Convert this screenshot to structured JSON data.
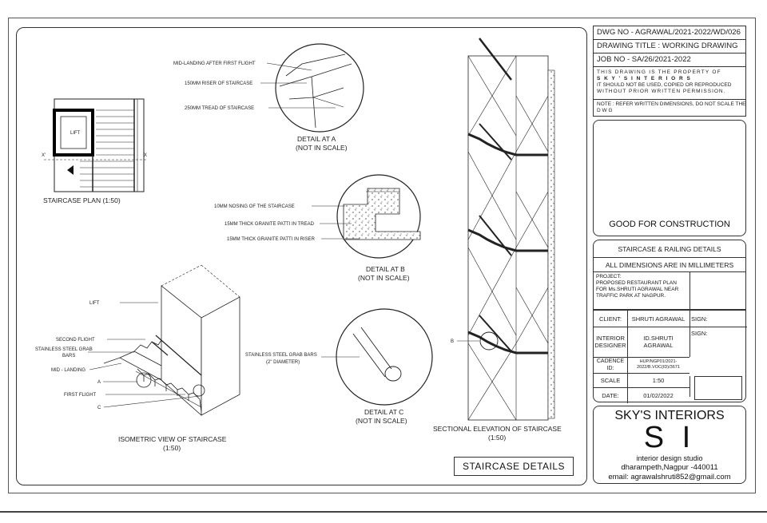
{
  "drawing": {
    "plan": {
      "title": "STAIRCASE PLAN (1:50)",
      "lift": "LIFT",
      "x_left": "X'",
      "x_right": "X"
    },
    "detail_a": {
      "labels": [
        "MID-LANDING AFTER FIRST FLIGHT",
        "150MM RISER OF STAIRCASE",
        "250MM TREAD OF STAIRCASE"
      ],
      "caption_line1": "DETAIL AT A",
      "caption_line2": "(NOT IN SCALE)"
    },
    "detail_b": {
      "labels": [
        "10MM NOSING OF THE STAIRCASE",
        "15MM THICK GRANITE PATTI IN TREAD",
        "15MM THICK GRANITE PATTI IN RISER"
      ],
      "caption_line1": "DETAIL AT B",
      "caption_line2": "(NOT IN SCALE)"
    },
    "detail_c": {
      "label_line1": "STAINLESS STEEL GRAB BARS",
      "label_line2": "(2\" DIAMETER)",
      "caption_line1": "DETAIL AT C",
      "caption_line2": "(NOT IN SCALE)"
    },
    "isometric": {
      "labels": {
        "lift": "LIFT",
        "second_flight": "SECOND FLIGHT",
        "grab_bars_line1": "STAINLESS STEEL GRAB",
        "grab_bars_line2": "BARS",
        "mid_landing": "MID - LANDING",
        "a": "A",
        "first_flight": "FIRST FLIGHT",
        "c": "C"
      },
      "caption_line1": "ISOMETRIC VIEW OF STAIRCASE",
      "caption_line2": "(1:50)"
    },
    "elevation": {
      "marker_b": "B",
      "caption_line1": "SECTIONAL ELEVATION OF STAIRCASE",
      "caption_line2": "(1:50)"
    },
    "stamp": "STAIRCASE DETAILS"
  },
  "title_block": {
    "dwg_no": "DWG NO - AGRAWAL/2021-2022/WD/026",
    "drawing_title": "DRAWING TITLE :  WORKING DRAWING",
    "job_no": "JOB NO - SA/26/2021-2022",
    "property_line1": "THIS DRAWING IS THE PROPERTY OF",
    "property_line2": "S K Y ' S   I N T E R I O R S",
    "property_line3": "IT SHOULD NOT BE USED, COPIED OR REPRODUCED",
    "property_line4": "WITHOUT PRIOR WRITTEN PERMISSION.",
    "note_line1": "NOTE : REFER WRITTEN DIMENSIONS, DO NOT SCALE THE",
    "note_line2": "D                    W                     G",
    "good_for_construction": "GOOD FOR CONSTRUCTION",
    "sheet_title": "STAIRCASE & RAILING DETAILS",
    "dimensions_note": "ALL DIMENSIONS ARE IN MILLIMETERS",
    "project_label": "PROJECT:",
    "project_line1": "PROPOSED RESTAURANT PLAN",
    "project_line2": "FOR Ms.SHRUTI AGRAWAL NEAR",
    "project_line3": "TRAFFIC PARK AT NAGPUR.",
    "client_label": "CLIENT:",
    "client_value": "SHRUTI AGRAWAL",
    "sign_label_1": "SIGN:",
    "designer_label_line1": "INTERIOR",
    "designer_label_line2": "DESIGNER",
    "designer_value_line1": "ID.SHRUTI",
    "designer_value_line2": "AGRAWAL",
    "sign_label_2": "SIGN:",
    "cadence_label": "CADENCE ID:",
    "cadence_value_line1": "HUP/NGP01/2021-",
    "cadence_value_line2": "2022/B.VOC(ID)/3671",
    "scale_label": "SCALE",
    "scale_value": "1:50",
    "date_label": "DATE:",
    "date_value": "01/02/2022",
    "firm_name": "SKY'S INTERIORS",
    "logo_letters": "S I",
    "studio_line": "interior design studio",
    "address_line": "dharampeth,Nagpur -440011",
    "email_line": "email: agrawalshruti852@gmail.com"
  }
}
